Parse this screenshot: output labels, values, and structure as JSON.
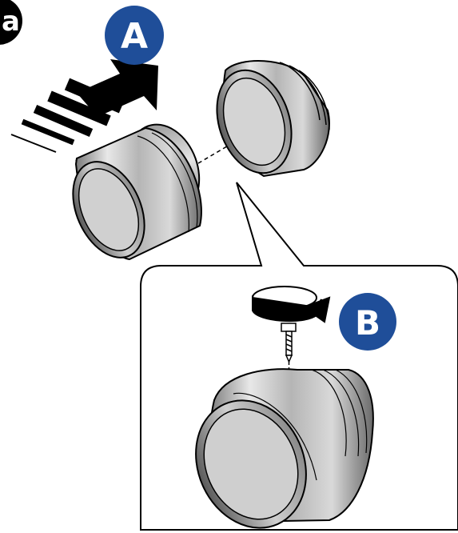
{
  "step_marker": {
    "label": "a",
    "color": "#000000"
  },
  "callouts": [
    {
      "id": "A",
      "label": "A",
      "color": "#1f4e99"
    },
    {
      "id": "B",
      "label": "B",
      "color": "#1f4e99"
    }
  ],
  "icons": {
    "push_arrow": "push-direction-arrow-icon",
    "rotate_arrow": "rotation-arrow-icon",
    "screw": "screw-icon"
  },
  "colors": {
    "line": "#000000",
    "metal_light": "#e6e6e6",
    "metal_mid": "#b3b3b3",
    "metal_dark": "#6e6e6e"
  }
}
